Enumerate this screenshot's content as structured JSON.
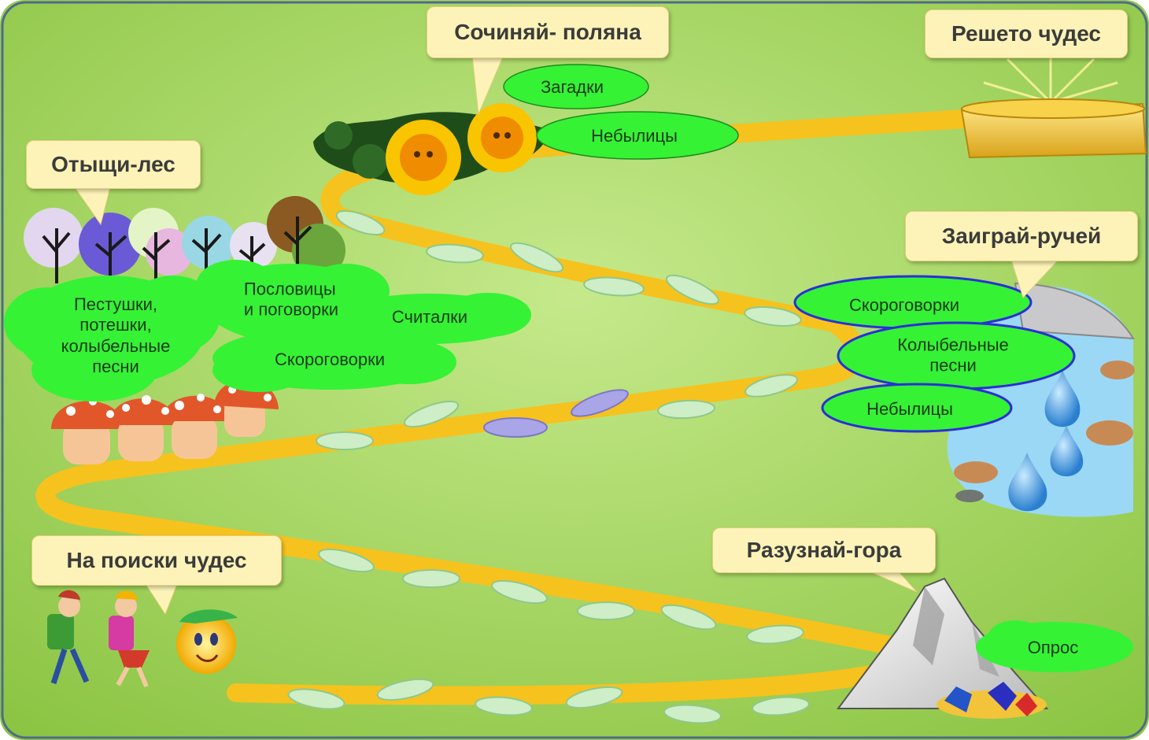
{
  "stations": {
    "sochinyai": "Сочиняй- поляна",
    "resheto": "Решето чудес",
    "otyshchi": "Отыщи-лес",
    "zaigrai": "Заиграй-ручей",
    "na_poiski": "На поиски чудес",
    "razuznai": "Разузнай-гора"
  },
  "clouds": {
    "zagadki": "Загадки",
    "nebylitsy_top": "Небылицы",
    "pestushki_1": "Пестушки,",
    "pestushki_2": "потешки,",
    "pestushki_3": "колыбельные",
    "pestushki_4": "песни",
    "poslovitsy_1": "Пословицы",
    "poslovitsy_2": "и поговорки",
    "schitalki": "Считалки",
    "skorogovorki_forest": "Скороговорки",
    "skorogovorki_stream": "Скороговорки",
    "kolybelnye_1": "Колыбельные",
    "kolybelnye_2": "песни",
    "nebylitsy_stream": "Небылицы",
    "opros": "Опрос"
  },
  "colors": {
    "background": "#9fd25a",
    "path": "#f6c21e",
    "footprint": "#cdeec7",
    "footprint_purple": "#a9a5e6",
    "cloud": "#35f235",
    "cloud_outline_blue": "#2a2fd8",
    "callout_fill": "#fdf3b8"
  }
}
